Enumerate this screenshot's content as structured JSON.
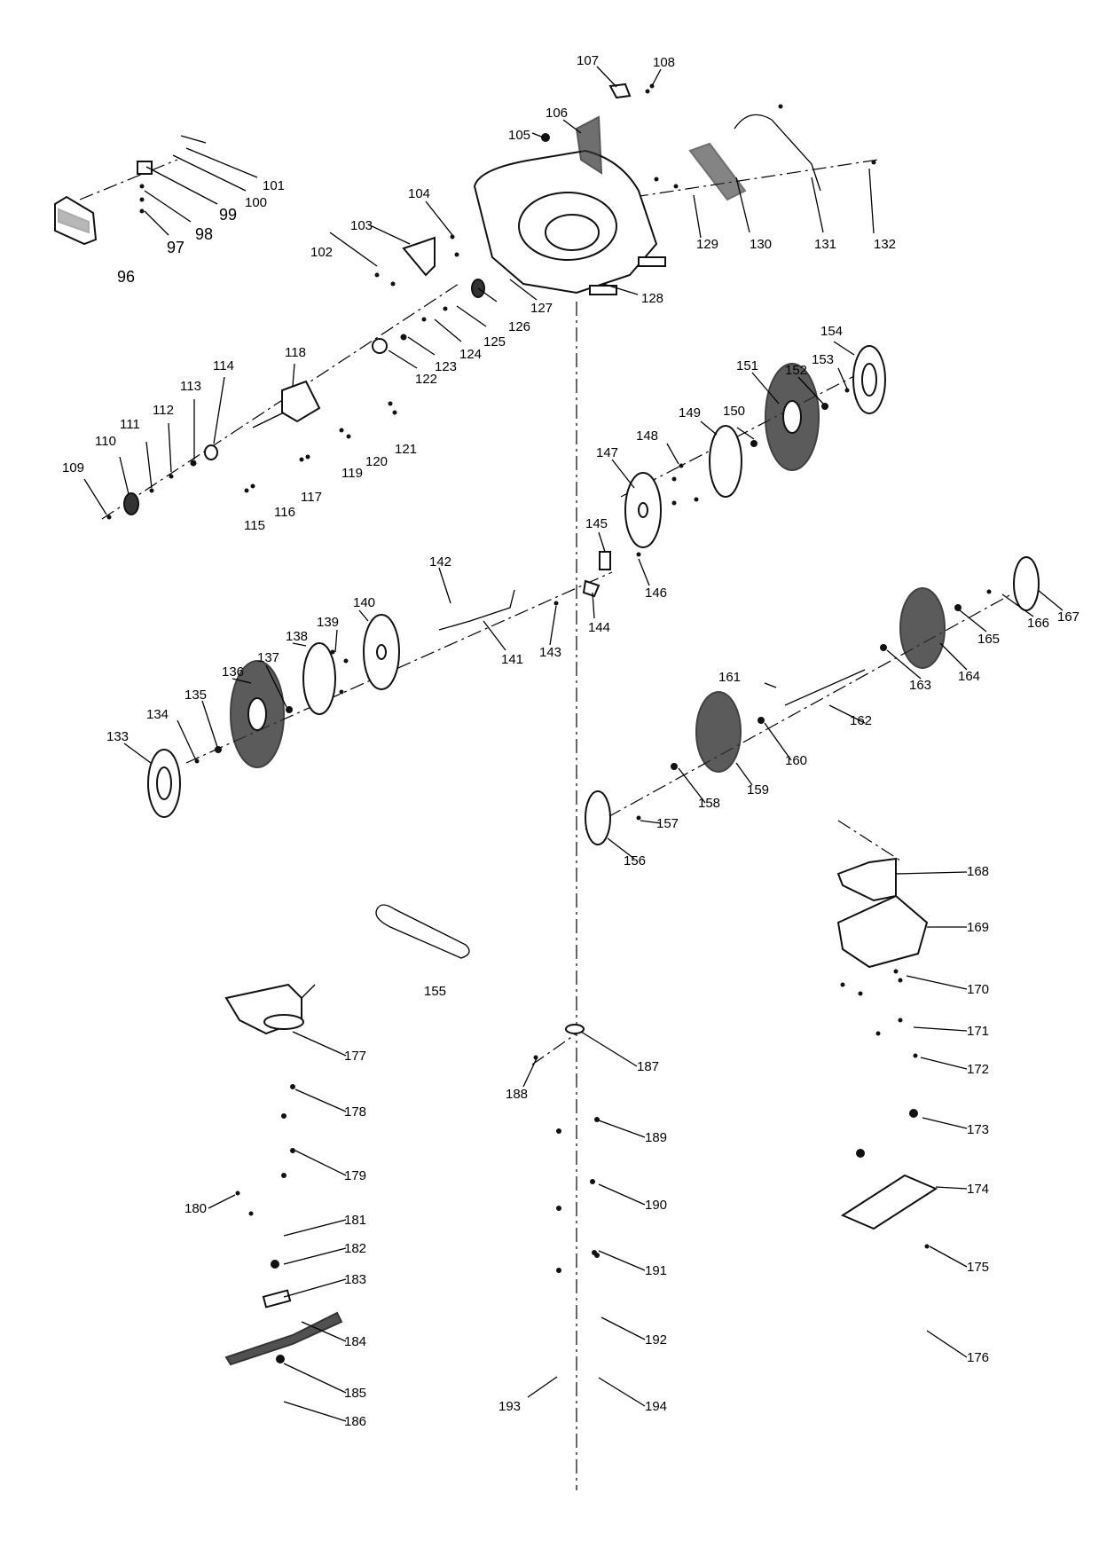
{
  "diagram": {
    "part_numbers": [
      "96",
      "97",
      "98",
      "99",
      "100",
      "101",
      "102",
      "103",
      "104",
      "105",
      "106",
      "107",
      "108",
      "109",
      "110",
      "111",
      "112",
      "113",
      "114",
      "115",
      "116",
      "117",
      "118",
      "119",
      "120",
      "121",
      "122",
      "123",
      "124",
      "125",
      "126",
      "127",
      "128",
      "129",
      "130",
      "131",
      "132",
      "133",
      "134",
      "135",
      "136",
      "137",
      "138",
      "139",
      "140",
      "141",
      "142",
      "143",
      "144",
      "145",
      "146",
      "147",
      "148",
      "149",
      "150",
      "151",
      "152",
      "153",
      "154",
      "155",
      "156",
      "157",
      "158",
      "159",
      "160",
      "161",
      "162",
      "163",
      "164",
      "165",
      "166",
      "167",
      "168",
      "169",
      "170",
      "171",
      "172",
      "173",
      "174",
      "175",
      "176",
      "177",
      "178",
      "179",
      "180",
      "181",
      "182",
      "183",
      "184",
      "185",
      "186",
      "187",
      "188",
      "189",
      "190",
      "191",
      "192",
      "193",
      "194"
    ]
  }
}
